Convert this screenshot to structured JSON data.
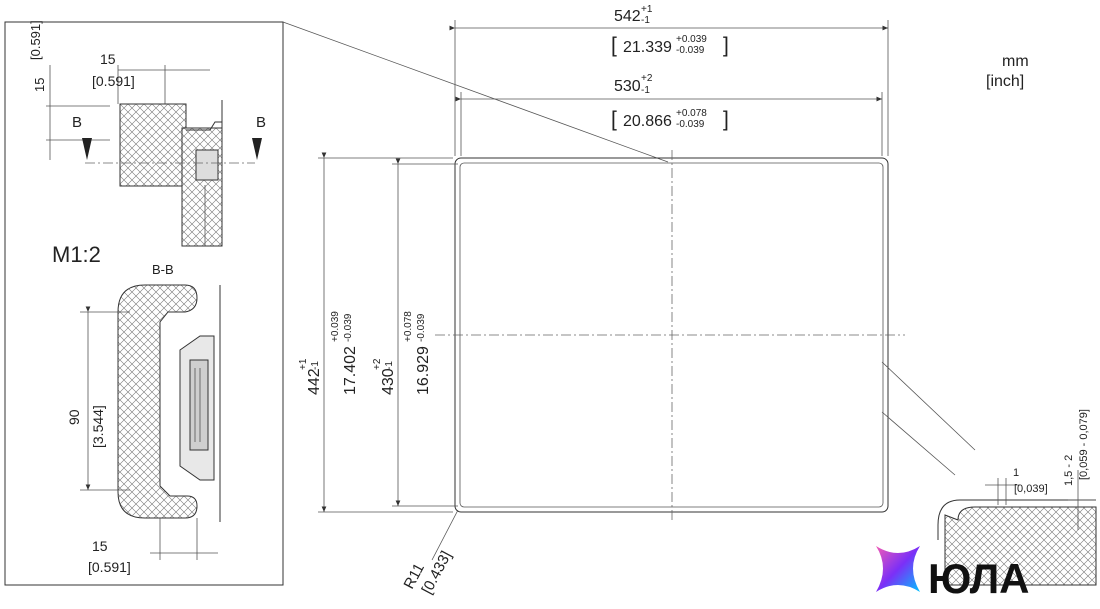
{
  "units": {
    "mm": "mm",
    "inch": "[inch]"
  },
  "detail": {
    "scale_label": "M1:2",
    "section_label": "B-B",
    "cut_mark": "B",
    "dim_top_15_mm": "15",
    "dim_top_15_in": "[0.591]",
    "dim_side_15_mm": "15",
    "dim_side_15_in": "[0.591]",
    "dim_90_mm": "90",
    "dim_90_in": "[3.544]",
    "dim_bottom_15_mm": "15",
    "dim_bottom_15_in": "[0.591]"
  },
  "main": {
    "width_outer": {
      "base": "542",
      "tol_plus": "+1",
      "tol_minus": "-1",
      "inch": "21.339",
      "inch_plus": "+0.039",
      "inch_minus": "-0.039"
    },
    "width_inner": {
      "base": "530",
      "tol_plus": "+2",
      "tol_minus": "-1",
      "inch": "20.866",
      "inch_plus": "+0.078",
      "inch_minus": "-0.039"
    },
    "height_outer": {
      "base": "442",
      "tol_plus": "+1",
      "tol_minus": "-1",
      "inch": "17.402",
      "inch_plus": "+0.039",
      "inch_minus": "-0.039"
    },
    "height_inner": {
      "base": "430",
      "tol_plus": "+2",
      "tol_minus": "-1",
      "inch": "16.929",
      "inch_plus": "+0.078",
      "inch_minus": "-0.039"
    },
    "radius": {
      "mm": "R11",
      "inch": "[0.433]"
    }
  },
  "corner_detail": {
    "gap_mm": "1",
    "gap_in": "[0,039]",
    "depth_mm": "1,5 - 2",
    "depth_in": "[0,059 - 0,079]"
  },
  "logo": {
    "text": "ЮЛА",
    "colors": [
      "#f15bb5",
      "#7b2ff7",
      "#00c2ff"
    ]
  }
}
